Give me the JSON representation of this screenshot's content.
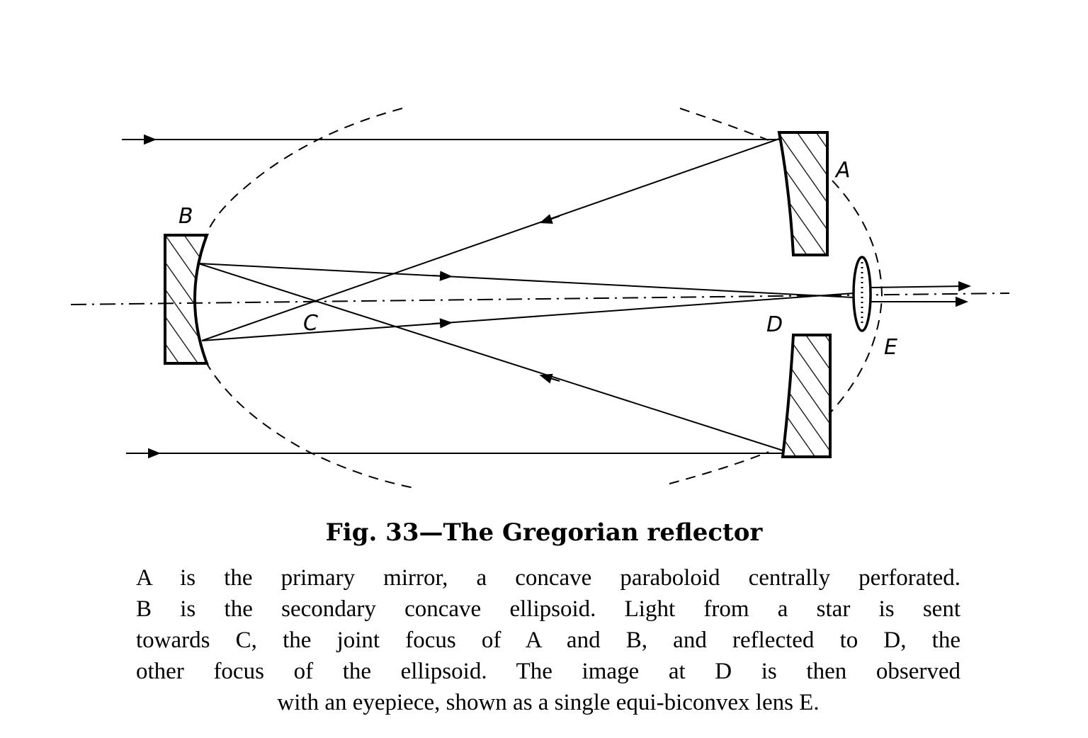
{
  "figure": {
    "labels": {
      "A": "A",
      "B": "B",
      "C": "C",
      "D": "D",
      "E": "E"
    },
    "title": "Fig. 33—The Gregorian reflector",
    "caption_lines": [
      "A is the primary mirror, a concave paraboloid centrally perforated.",
      "B is the secondary concave ellipsoid.  Light from a star is sent",
      "towards C, the joint focus of A and B, and reflected to D, the",
      "other focus of the ellipsoid.  The image at D is then observed",
      "with an eyepiece, shown as a single equi-biconvex lens E."
    ]
  }
}
